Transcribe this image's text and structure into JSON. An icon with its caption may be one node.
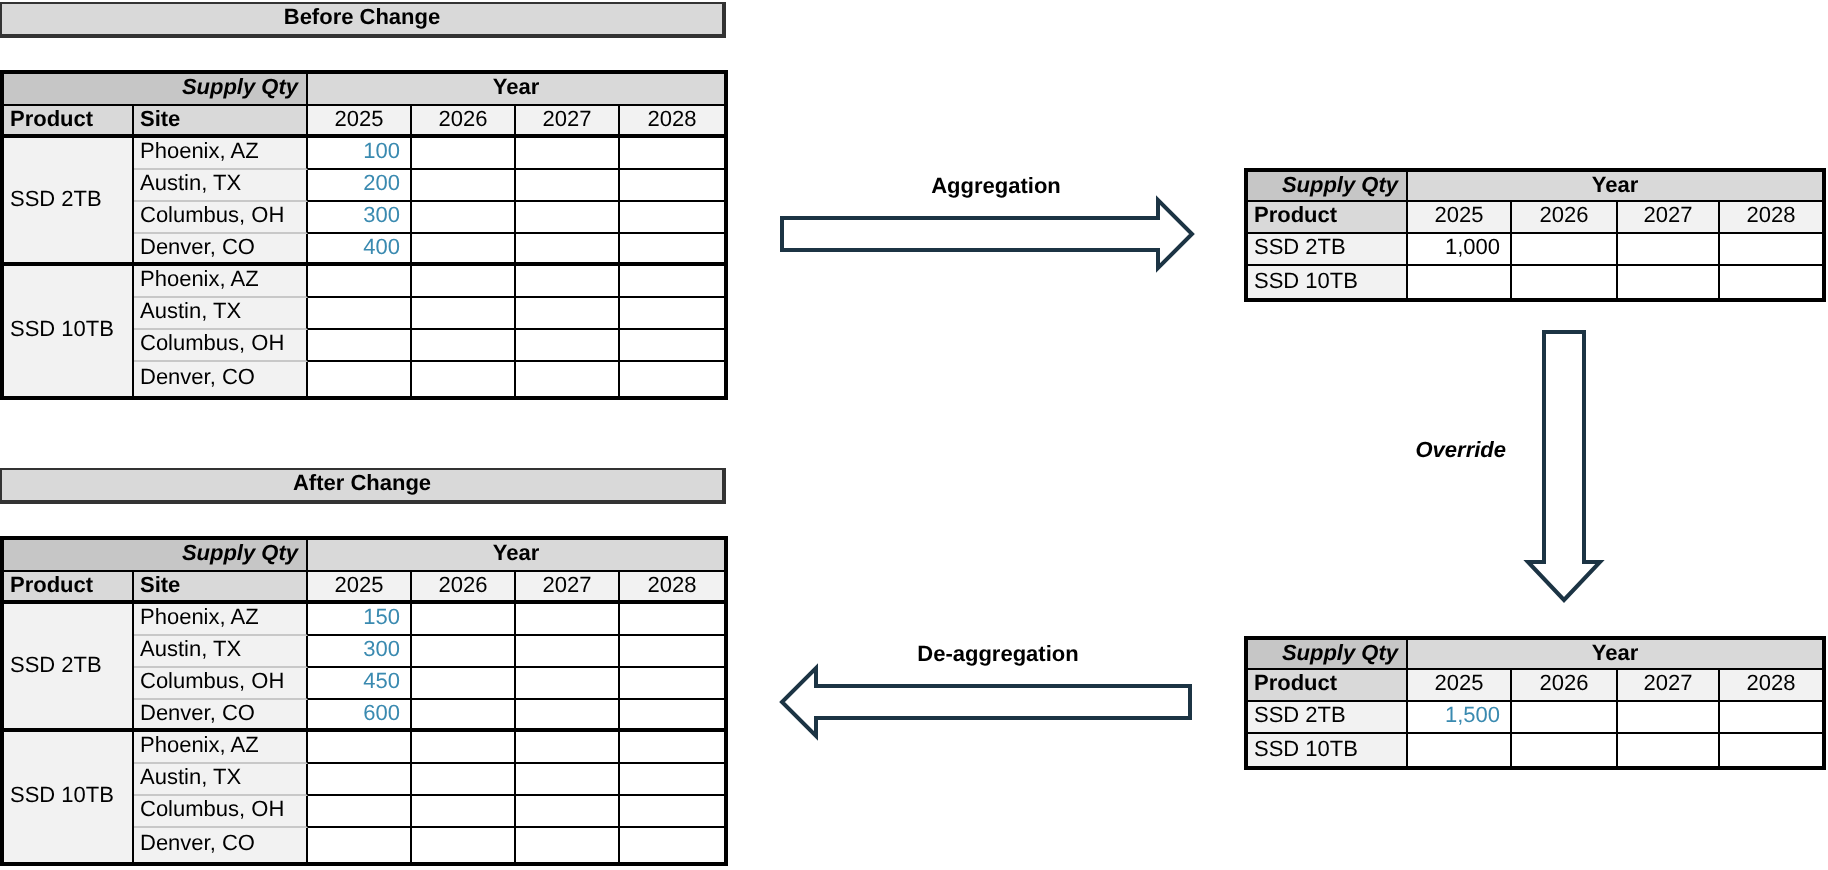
{
  "diagram": {
    "nodes": [
      {
        "text": [
          "Before Change"
        ]
      },
      {
        "text": [
          "Supply Qty",
          "Year",
          "Product",
          "Site",
          "2025",
          "2026",
          "2027",
          "2028",
          "SSD 2TB",
          "Phoenix, AZ",
          "100",
          "Austin, TX",
          "200",
          "Columbus, OH",
          "300",
          "Denver, CO",
          "400",
          "SSD 10TB",
          "Phoenix, AZ",
          "Austin, TX",
          "Columbus, OH",
          "Denver, CO"
        ]
      },
      {
        "text": [
          "Supply Qty",
          "Year",
          "Product",
          "2025",
          "2026",
          "2027",
          "2028",
          "SSD 2TB",
          "1,000",
          "SSD 10TB"
        ]
      },
      {
        "text": [
          "Supply Qty",
          "Year",
          "Product",
          "2025",
          "2026",
          "2027",
          "2028",
          "SSD 2TB",
          "1,500",
          "SSD 10TB"
        ]
      },
      {
        "text": [
          "After Change"
        ]
      },
      {
        "text": [
          "Supply Qty",
          "Year",
          "Product",
          "Site",
          "2025",
          "2026",
          "2027",
          "2028",
          "SSD 2TB",
          "Phoenix, AZ",
          "150",
          "Austin, TX",
          "300",
          "Columbus, OH",
          "450",
          "Denver, CO",
          "600",
          "SSD 10TB",
          "Phoenix, AZ",
          "Austin, TX",
          "Columbus, OH",
          "Denver, CO"
        ]
      }
    ],
    "edges": [
      {
        "from": 1,
        "to": 2,
        "arrow": "to",
        "label": "Aggregation"
      },
      {
        "from": 2,
        "to": 3,
        "arrow": "to",
        "label": "Override"
      },
      {
        "from": 3,
        "to": 5,
        "arrow": "to",
        "label": "De-aggregation"
      }
    ]
  }
}
